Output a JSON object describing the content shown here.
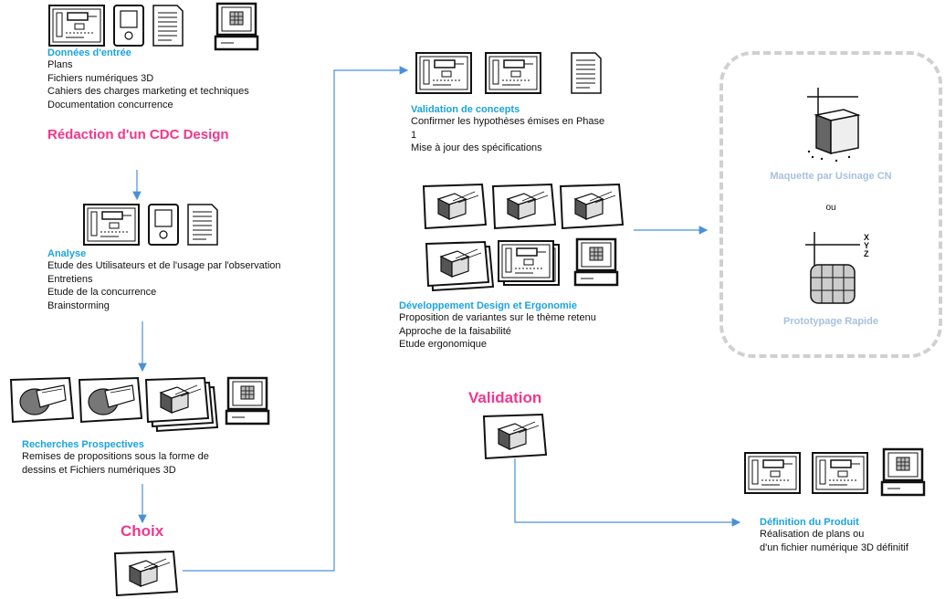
{
  "donnees": {
    "title": "Données d'entrée",
    "lines": [
      "Plans",
      "Fichiers numériques 3D",
      "Cahiers des charges marketing et techniques",
      "Documentation concurrence"
    ]
  },
  "redaction": {
    "title": "Rédaction d'un CDC Design"
  },
  "analyse": {
    "title": "Analyse",
    "lines": [
      "Etude des Utilisateurs et de l'usage par l'observation",
      "Entretiens",
      "Etude de la concurrence",
      "Brainstorming"
    ]
  },
  "recherches": {
    "title": "Recherches Prospectives",
    "lines": [
      "Remises de propositions sous la forme de",
      "dessins et Fichiers numériques 3D"
    ]
  },
  "choix": {
    "title": "Choix"
  },
  "validation_concepts": {
    "title": "Validation de concepts",
    "lines": [
      "Confirmer les hypothèses émises en Phase",
      "1",
      "Mise à jour des spécifications"
    ]
  },
  "developpement": {
    "title": "Développement Design et Ergonomie",
    "lines": [
      "Proposition de variantes sur le thème retenu",
      "Approche de la faisabilité",
      "Etude ergonomique"
    ]
  },
  "validation": {
    "title": "Validation"
  },
  "maquette": {
    "title": "Maquette par Usinage CN",
    "or": "ou",
    "axes": [
      "X",
      "Y",
      "Z"
    ]
  },
  "prototypage": {
    "title": "Prototypage Rapide"
  },
  "definition": {
    "title": "Définition du Produit",
    "lines": [
      "Réalisation de plans ou",
      "d'un fichier numérique 3D définitif"
    ]
  },
  "colors": {
    "blue_heading": "#1aa3e0",
    "pink_heading": "#f0378e",
    "arrow": "#4a90d9",
    "frame": "#d0d0d0",
    "grey_text": "#a8c0e0"
  }
}
